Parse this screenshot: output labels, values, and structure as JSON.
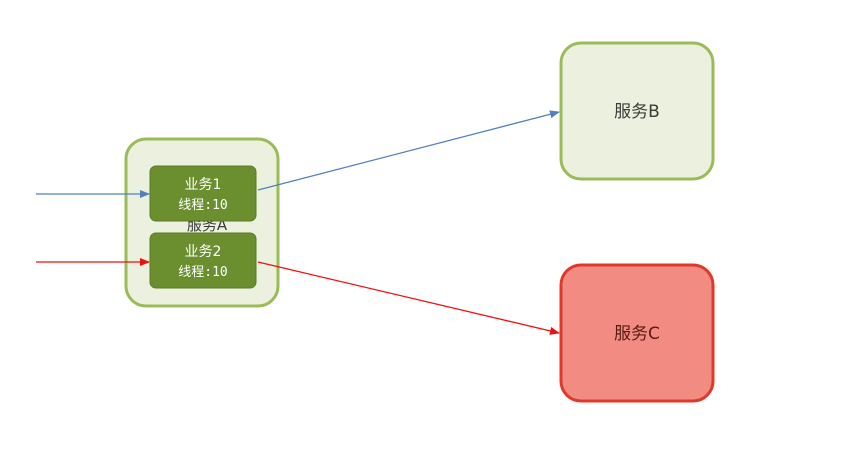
{
  "nodes": {
    "service_a": {
      "label": "服务A",
      "fill": "#ebf1de",
      "stroke": "#9bbb59"
    },
    "business_1": {
      "line1": "业务1",
      "line2": "线程:10",
      "fill": "#6b8e2f",
      "text_color": "#ffffff"
    },
    "business_2": {
      "line1": "业务2",
      "line2": "线程:10",
      "fill": "#6b8e2f",
      "text_color": "#ffffff"
    },
    "service_b": {
      "label": "服务B",
      "fill": "#ebf1de",
      "stroke": "#9bbb59"
    },
    "service_c": {
      "label": "服务C",
      "fill": "#f28c82",
      "stroke": "#e0392b"
    }
  },
  "edges": {
    "to_business_1_color": "#4f81bd",
    "to_business_2_color": "#ee1111"
  }
}
